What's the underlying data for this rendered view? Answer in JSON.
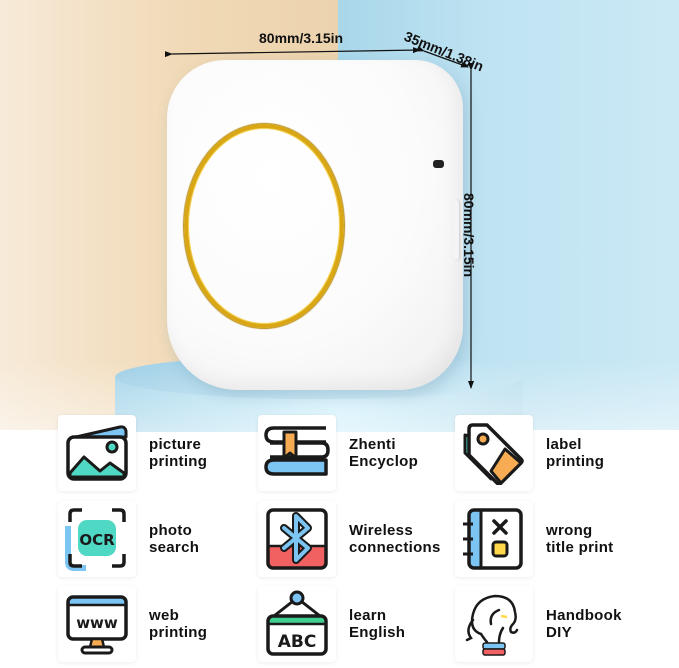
{
  "product": {
    "name": "mini thermal printer",
    "colors": {
      "body": "#fafafa",
      "ring": "#d8a713",
      "background_left": "#f0d9b6",
      "background_right": "#bfe3f2",
      "pedestal": "#b8e0f1"
    }
  },
  "dimensions": {
    "width": "80mm/3.15in",
    "depth": "35mm/1.38in",
    "height": "80mm/3.15in"
  },
  "features": [
    {
      "icon": "picture-icon",
      "line1": "picture",
      "line2": "printing"
    },
    {
      "icon": "books-icon",
      "line1": "Zhenti",
      "line2": "Encyclop"
    },
    {
      "icon": "tag-icon",
      "line1": "label",
      "line2": "printing"
    },
    {
      "icon": "ocr-icon",
      "line1": "photo",
      "line2": "search"
    },
    {
      "icon": "bluetooth-icon",
      "line1": "Wireless",
      "line2": "connections"
    },
    {
      "icon": "notebook-icon",
      "line1": "wrong",
      "line2": "title print"
    },
    {
      "icon": "monitor-www-icon",
      "line1": "web",
      "line2": "printing"
    },
    {
      "icon": "abc-sign-icon",
      "line1": "learn",
      "line2": "English"
    },
    {
      "icon": "elephant-icon",
      "line1": "Handbook",
      "line2": "DIY"
    }
  ],
  "icon_text": {
    "ocr": "OCR",
    "www": "www",
    "abc": "ABC"
  },
  "icon_colors": {
    "teal": "#4fd8c4",
    "light_blue": "#7cc4f2",
    "orange": "#f7ac54",
    "red": "#f26161",
    "yellow": "#ffd94a",
    "green": "#3fcf8e",
    "outline": "#1a1a1a"
  }
}
